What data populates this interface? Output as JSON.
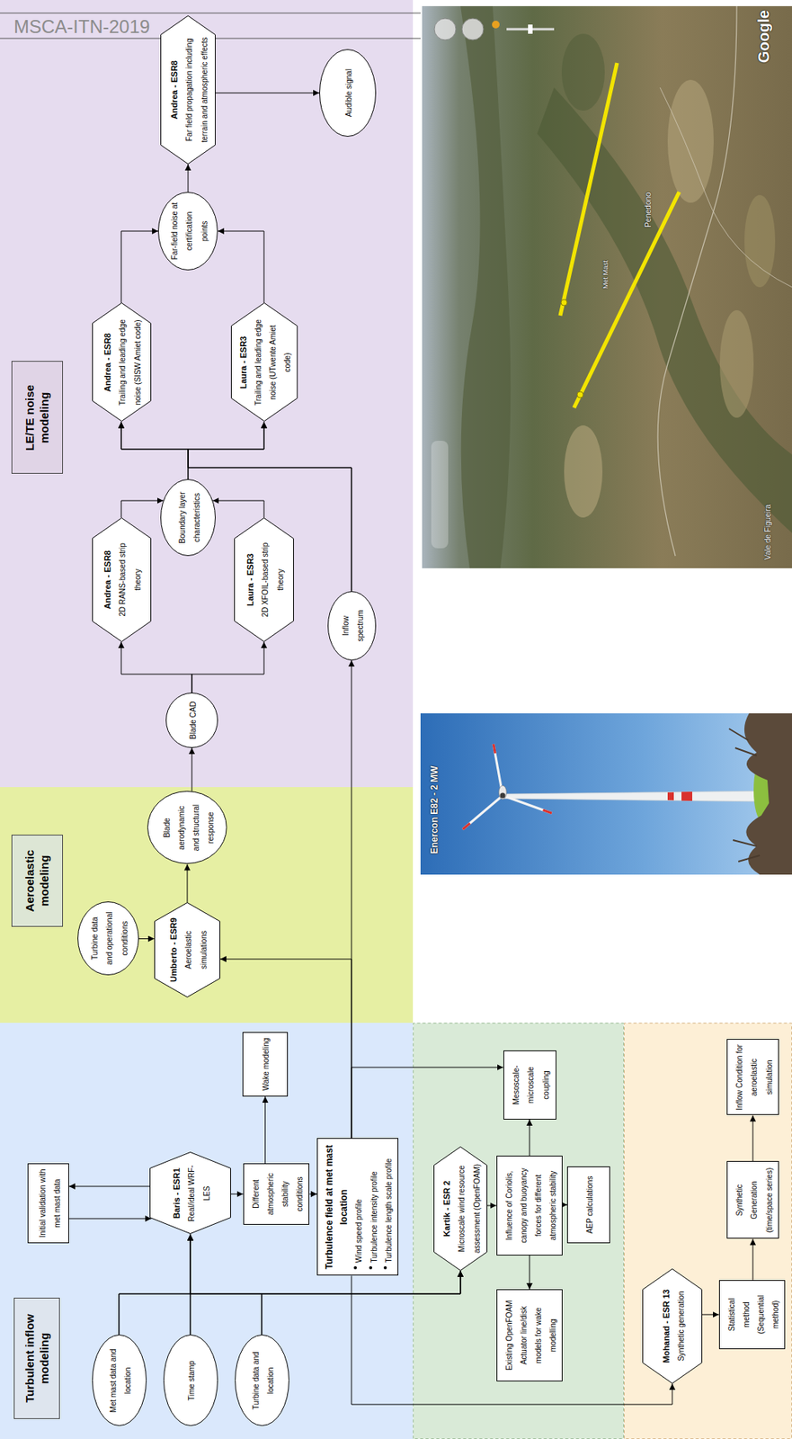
{
  "diagram": {
    "nodes": [
      {
        "text": [
          "Turbulent inflow modeling"
        ]
      },
      {
        "text": [
          "Met mast data and location"
        ]
      },
      {
        "text": [
          "Time stamp"
        ]
      },
      {
        "text": [
          "Turbine data and location"
        ]
      },
      {
        "text": [
          "Initial validation with met mast data"
        ]
      },
      {
        "text": [
          "Baris - ESR1",
          "Real/ideal WRF-LES"
        ]
      },
      {
        "text": [
          "Different atmospheric stability conditions"
        ]
      },
      {
        "text": [
          "Wake modeling"
        ]
      },
      {
        "text": [
          "Turbulence field at met mast location",
          "Wind speed profile",
          "Turbulence intensity profile",
          "Turbulence length scale profile"
        ]
      },
      {
        "text": [
          "Kartik - ESR 2",
          "Microscale wind resource assessment (OpenFOAM)"
        ]
      },
      {
        "text": [
          "Mesoscale-microscale coupling"
        ]
      },
      {
        "text": [
          "Influence of Coriolis, canopy and buoyancy forces for different atmospheric stability"
        ]
      },
      {
        "text": [
          "AEP calculations"
        ]
      },
      {
        "text": [
          "Existing OpenFOAM Actuator line/disk models for wake modelling"
        ]
      },
      {
        "text": [
          "Mohanad - ESR 13",
          "Synthetic generation"
        ]
      },
      {
        "text": [
          "Statistical method (Sequential method)"
        ]
      },
      {
        "text": [
          "Synthetic Generation (time/space series)"
        ]
      },
      {
        "text": [
          "Inflow Condition for aeroelastic simulation"
        ]
      },
      {
        "text": [
          "Aeroelastic modeling"
        ]
      },
      {
        "text": [
          "Turbine data and operational conditions"
        ]
      },
      {
        "text": [
          "Umberto - ESR9",
          "Aeroelastic simulations"
        ]
      },
      {
        "text": [
          "Blade aerodynamic and structural response"
        ]
      },
      {
        "text": [
          "LE/TE noise modeling"
        ]
      },
      {
        "text": [
          "Blade CAD"
        ]
      },
      {
        "text": [
          "Andrea - ESR8",
          "2D RANS-based strip theory"
        ]
      },
      {
        "text": [
          "Laura - ESR3",
          "2D XFOIL-based strip theory"
        ]
      },
      {
        "text": [
          "Boundary layer characteristics"
        ]
      },
      {
        "text": [
          "Inflow spectrum"
        ]
      },
      {
        "text": [
          "Andrea - ESR8",
          "Trailing and leading edge noise (SISW Amiet code)"
        ]
      },
      {
        "text": [
          "Laura - ESR3",
          "Trailing and leading edge noise (UTwente Amiet code)"
        ]
      },
      {
        "text": [
          "Far-field noise at certification points"
        ]
      },
      {
        "text": [
          "Andrea - ESR8",
          "Far field propagation including terrain and atmospheric effects"
        ]
      },
      {
        "text": [
          "Audible signal"
        ]
      }
    ],
    "edges": [
      {
        "from": 1,
        "to": 5,
        "arrow": "to"
      },
      {
        "from": 2,
        "to": 5,
        "arrow": "to"
      },
      {
        "from": 3,
        "to": 5,
        "arrow": "to"
      },
      {
        "from": 1,
        "to": 9,
        "arrow": "to"
      },
      {
        "from": 2,
        "to": 9,
        "arrow": "to"
      },
      {
        "from": 3,
        "to": 9,
        "arrow": "to"
      },
      {
        "from": 5,
        "to": 4,
        "arrow": "to"
      },
      {
        "from": 4,
        "to": 5,
        "arrow": "to"
      },
      {
        "from": 5,
        "to": 6,
        "arrow": "to"
      },
      {
        "from": 6,
        "to": 7,
        "arrow": "to"
      },
      {
        "from": 6,
        "to": 8,
        "arrow": "to"
      },
      {
        "from": 8,
        "to": 27,
        "arrow": "to"
      },
      {
        "from": 8,
        "to": 20,
        "arrow": "to"
      },
      {
        "from": 8,
        "to": 10,
        "arrow": "to"
      },
      {
        "from": 8,
        "to": 14,
        "arrow": "to"
      },
      {
        "from": 9,
        "to": 11,
        "arrow": "to"
      },
      {
        "from": 11,
        "to": 10,
        "arrow": "to"
      },
      {
        "from": 11,
        "to": 12,
        "arrow": "to"
      },
      {
        "from": 11,
        "to": 13,
        "arrow": "to"
      },
      {
        "from": 14,
        "to": 15,
        "arrow": "to"
      },
      {
        "from": 15,
        "to": 16,
        "arrow": "to"
      },
      {
        "from": 16,
        "to": 17,
        "arrow": "to"
      },
      {
        "from": 19,
        "to": 20,
        "arrow": "to"
      },
      {
        "from": 20,
        "to": 21,
        "arrow": "to"
      },
      {
        "from": 21,
        "to": 23,
        "arrow": "to"
      },
      {
        "from": 23,
        "to": 24,
        "arrow": "to"
      },
      {
        "from": 23,
        "to": 25,
        "arrow": "to"
      },
      {
        "from": 24,
        "to": 26,
        "arrow": "to"
      },
      {
        "from": 25,
        "to": 26,
        "arrow": "to"
      },
      {
        "from": 26,
        "to": 28,
        "arrow": "to"
      },
      {
        "from": 26,
        "to": 29,
        "arrow": "to"
      },
      {
        "from": 27,
        "to": 28,
        "arrow": "to"
      },
      {
        "from": 27,
        "to": 29,
        "arrow": "to"
      },
      {
        "from": 28,
        "to": 30,
        "arrow": "to"
      },
      {
        "from": 29,
        "to": 30,
        "arrow": "to"
      },
      {
        "from": 30,
        "to": 31,
        "arrow": "to"
      },
      {
        "from": 31,
        "to": 32,
        "arrow": "to"
      }
    ],
    "labels": [
      "MSCA-ITN-2019",
      "Enercon E82 - 2 MW",
      "Vale de Figueira",
      "Penedono",
      "Met Mast",
      "Google"
    ]
  }
}
